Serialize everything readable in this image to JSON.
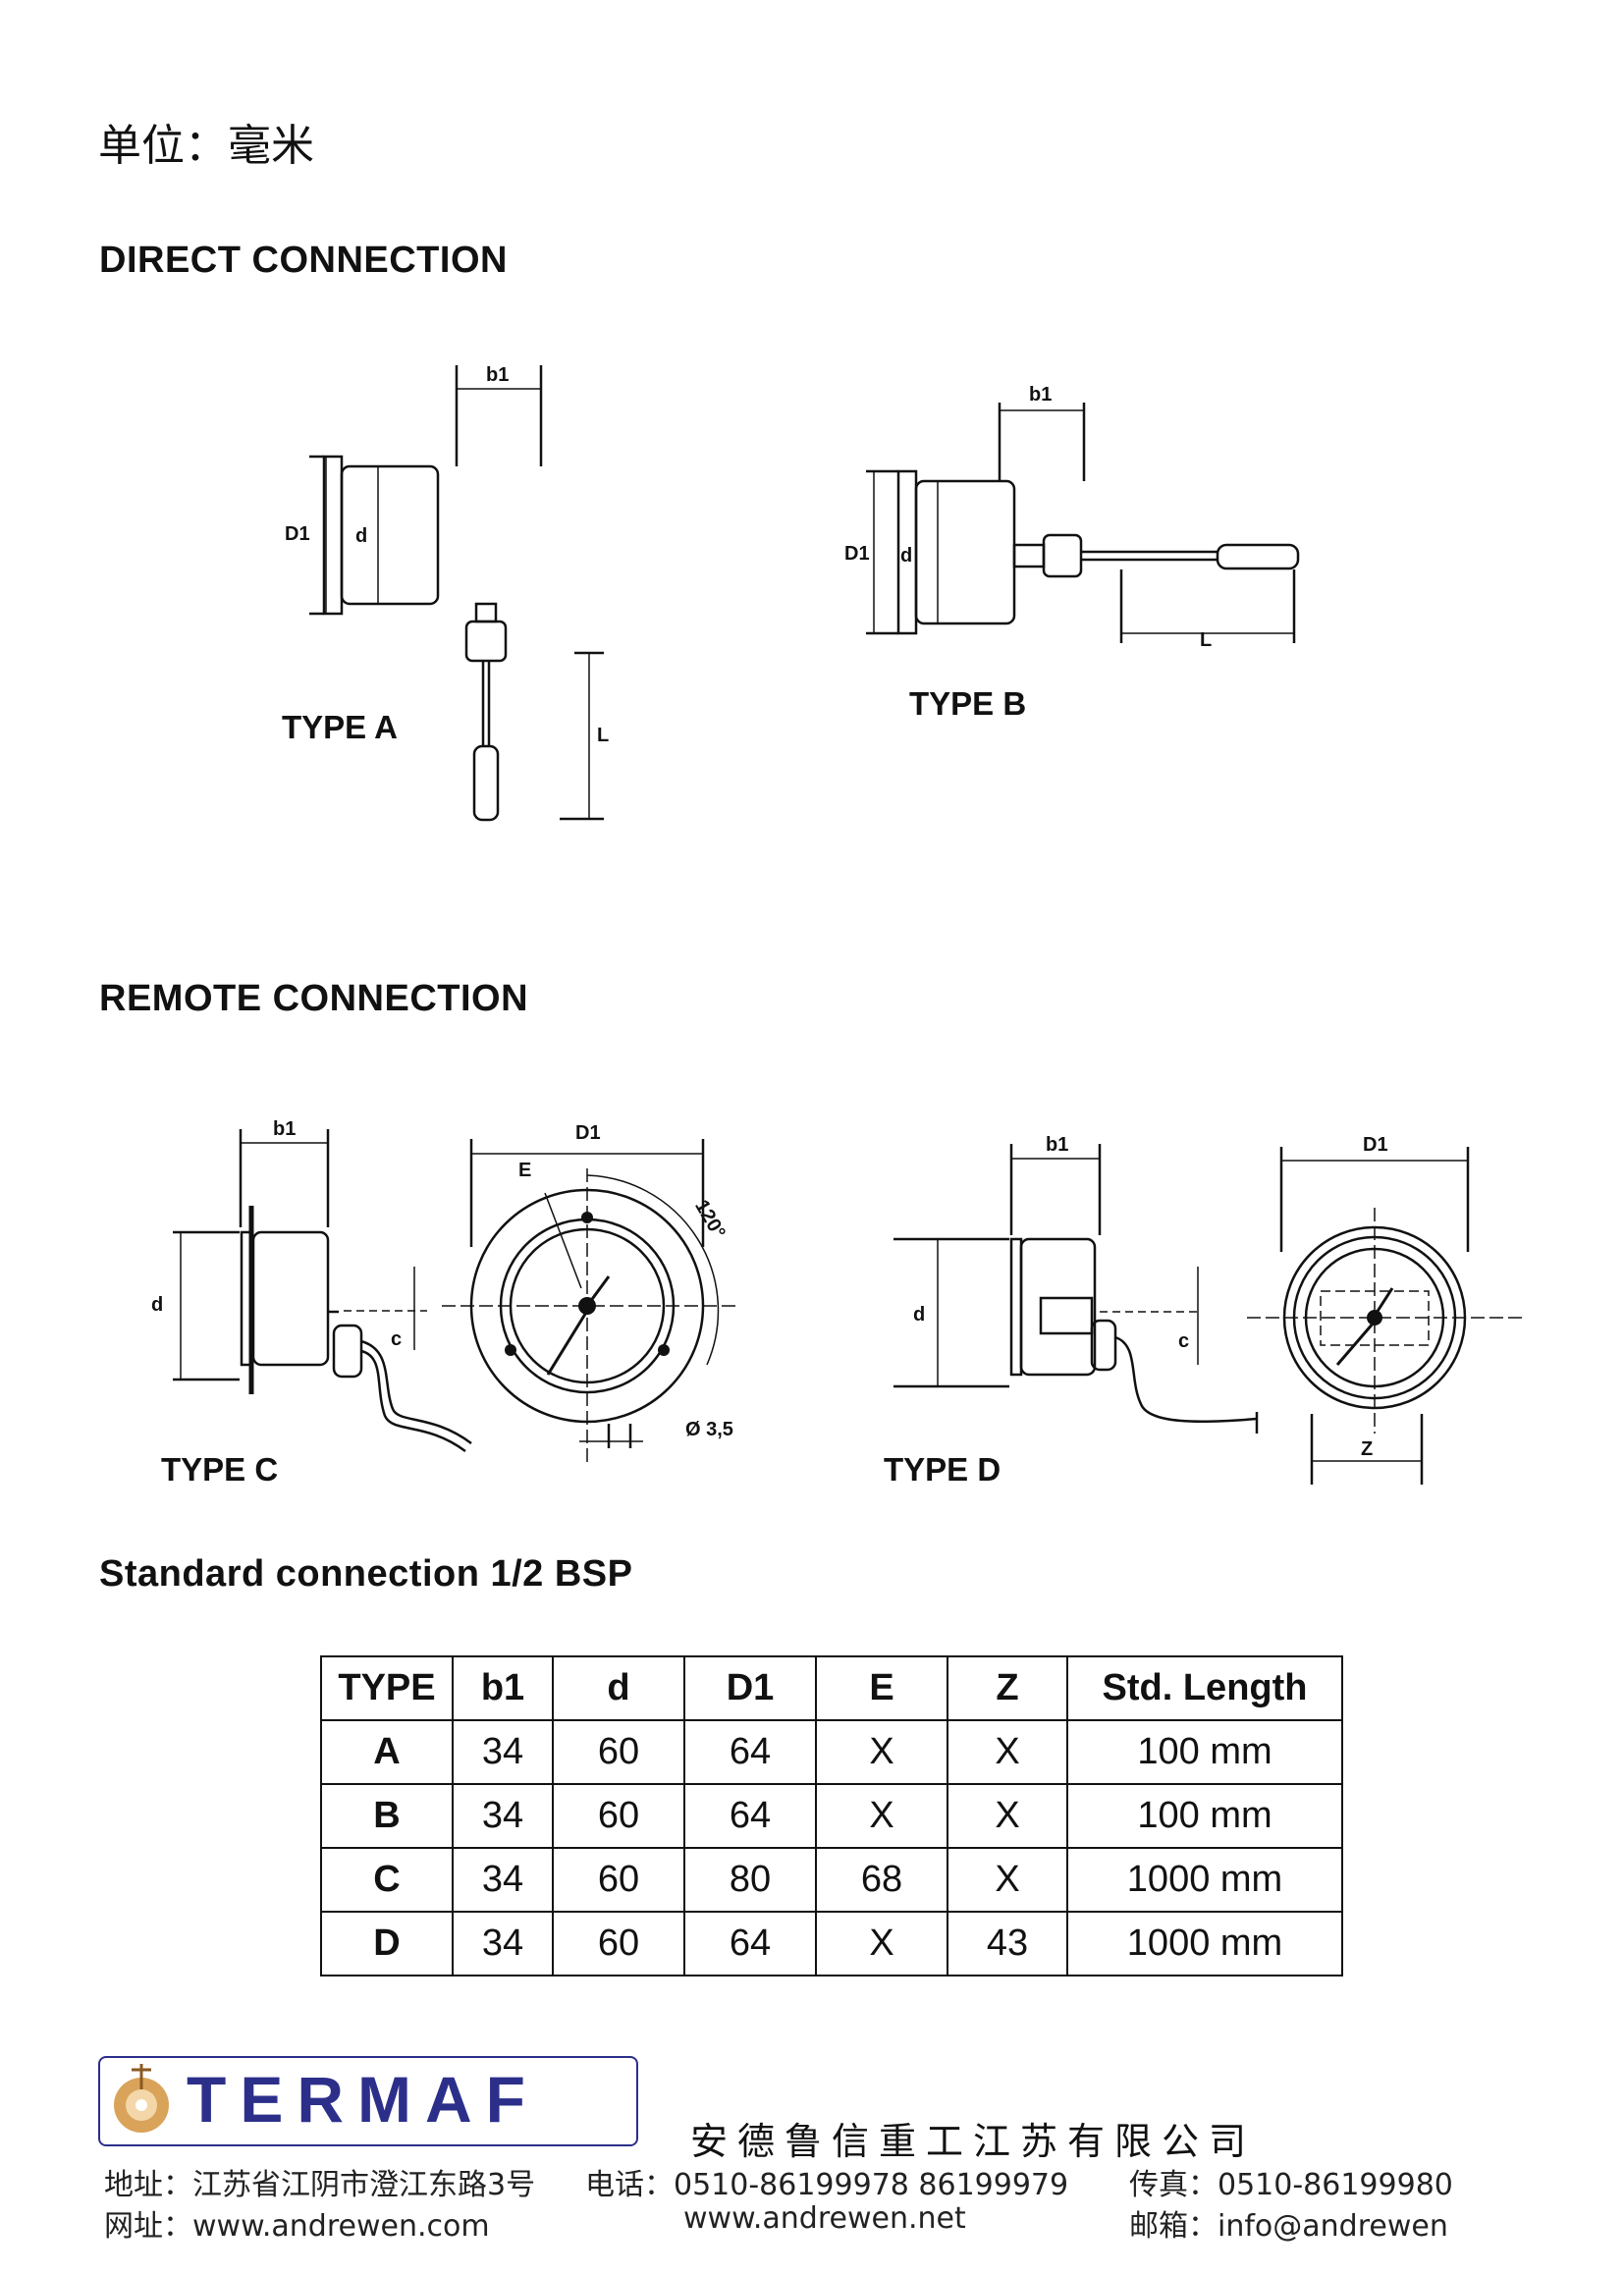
{
  "header": {
    "unit": "单位：毫米"
  },
  "sections": {
    "direct": "DIRECT CONNECTION",
    "remote": "REMOTE CONNECTION",
    "standard": "Standard connection 1/2 BSP"
  },
  "types": {
    "a": "TYPE A",
    "b": "TYPE B",
    "c": "TYPE C",
    "d": "TYPE D"
  },
  "dims": {
    "b1": "b1",
    "d1": "D1",
    "d": "d",
    "l": "L",
    "e": "E",
    "c": "c",
    "z": "Z",
    "angle": "120°",
    "hole": "Ø 3,5"
  },
  "table": {
    "headers": [
      "TYPE",
      "b1",
      "d",
      "D1",
      "E",
      "Z",
      "Std. Length"
    ],
    "rows": [
      [
        "A",
        "34",
        "60",
        "64",
        "X",
        "X",
        "100 mm"
      ],
      [
        "B",
        "34",
        "60",
        "64",
        "X",
        "X",
        "100 mm"
      ],
      [
        "C",
        "34",
        "60",
        "80",
        "68",
        "X",
        "1000 mm"
      ],
      [
        "D",
        "34",
        "60",
        "64",
        "X",
        "43",
        "1000 mm"
      ]
    ]
  },
  "footer": {
    "logo": "TERMAF",
    "company": "安德鲁信重工江苏有限公司",
    "address": "地址：江苏省江阴市澄江东路3号",
    "phone": "电话：0510-86199978  86199979",
    "fax": "传真：0510-86199980",
    "website1": "网址：www.andrewen.com",
    "website2": "www.andrewen.net",
    "email": "邮箱：info@andrewen"
  },
  "colors": {
    "brand": "#2c2f8a",
    "logo_accent": "#d9a35a"
  }
}
